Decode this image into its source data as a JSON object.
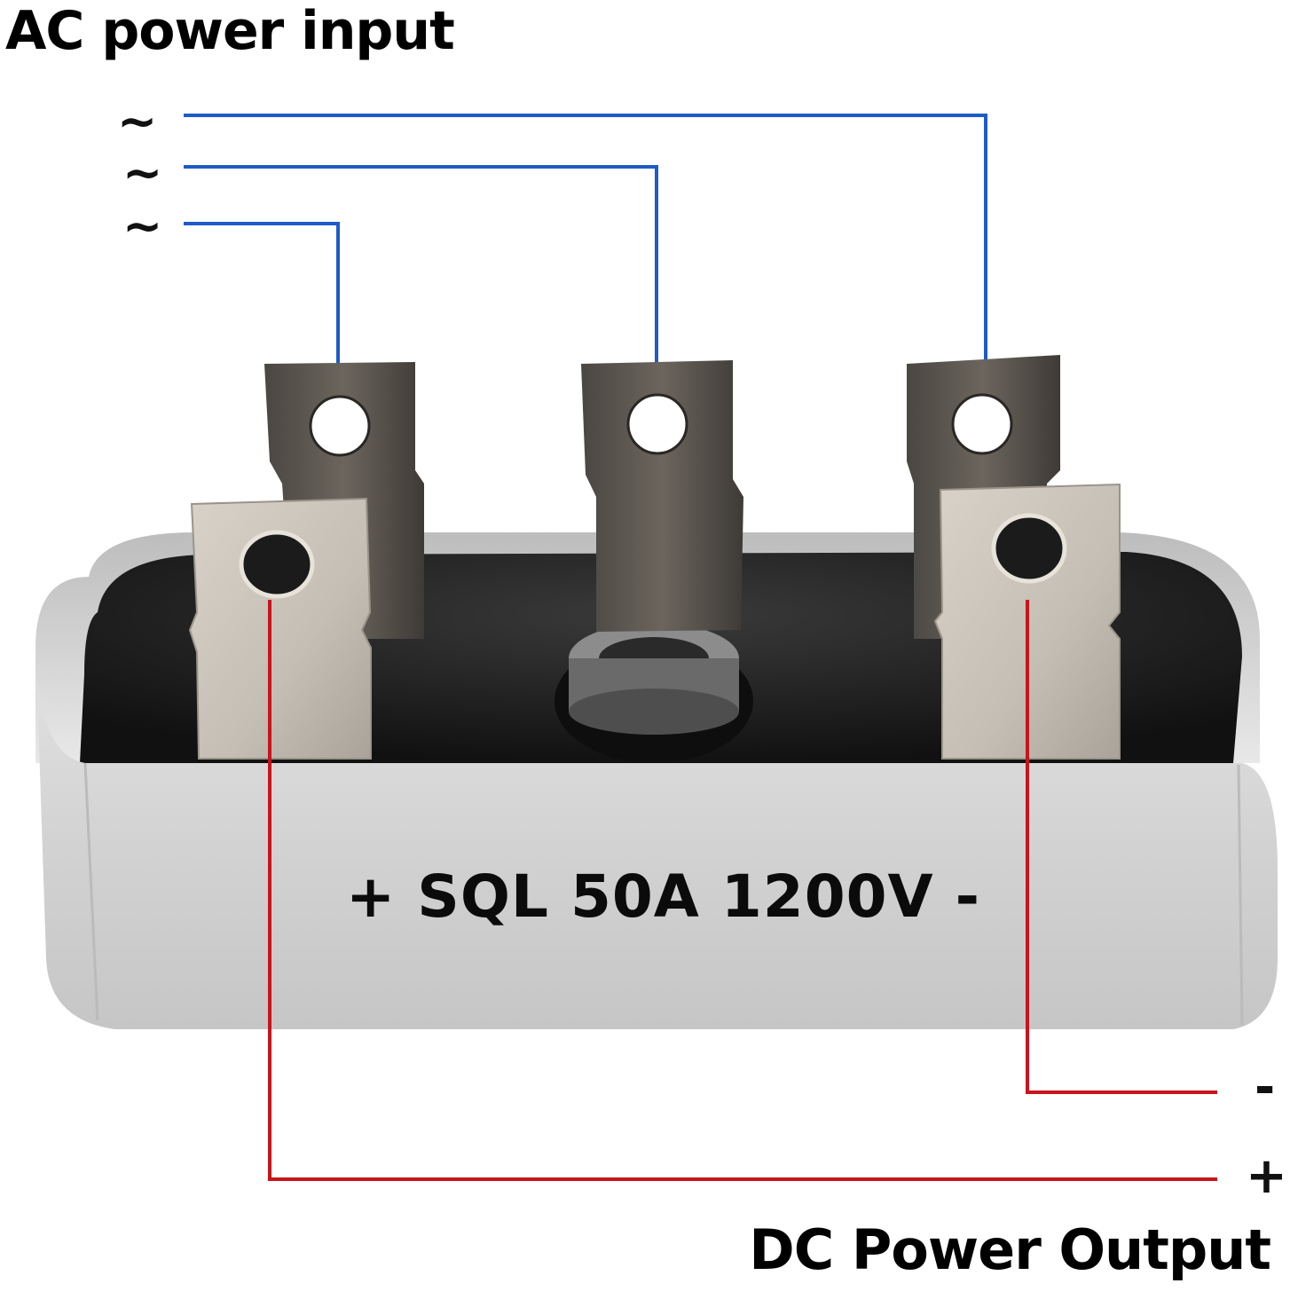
{
  "ac_title": "AC power input",
  "dc_title": "DC Power Output",
  "ac_symbols": [
    "~",
    "~",
    "~"
  ],
  "dc_minus": "-",
  "dc_plus": "+",
  "device_marking": "+ SQL 50A 1200V -",
  "colors": {
    "ac_wire": "#1e5bc6",
    "dc_wire": "#c8141c",
    "body_silver": "#d6d6d6",
    "epoxy_black": "#1a1a1a",
    "terminal_dark": "#5a5550",
    "terminal_light": "#c9c3ba"
  }
}
